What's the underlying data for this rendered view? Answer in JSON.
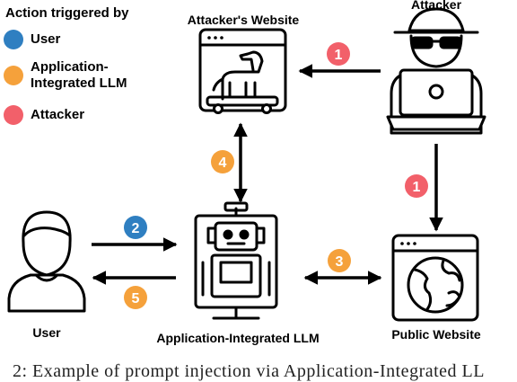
{
  "legend": {
    "title": "Action triggered by",
    "items": [
      {
        "label": "User",
        "color": "#2f7fc1"
      },
      {
        "label": "Application-\nIntegrated LLM",
        "color": "#f5a13b"
      },
      {
        "label": "Attacker",
        "color": "#f2606a"
      }
    ]
  },
  "nodes": {
    "attacker_website": "Attacker's Website",
    "attacker": "Attacker",
    "user": "User",
    "llm": "Application-Integrated LLM",
    "public_website": "Public Website"
  },
  "steps": {
    "attacker_to_attacker_website": "1",
    "attacker_to_public_website": "1",
    "user_to_llm": "2",
    "llm_public_website": "3",
    "llm_attacker_website": "4",
    "llm_to_user": "5"
  },
  "colors": {
    "user": "#2f7fc1",
    "llm": "#f5a13b",
    "attacker": "#f2606a",
    "line": "#000000"
  },
  "caption": "2: Example of prompt injection via Application-Integrated LL"
}
